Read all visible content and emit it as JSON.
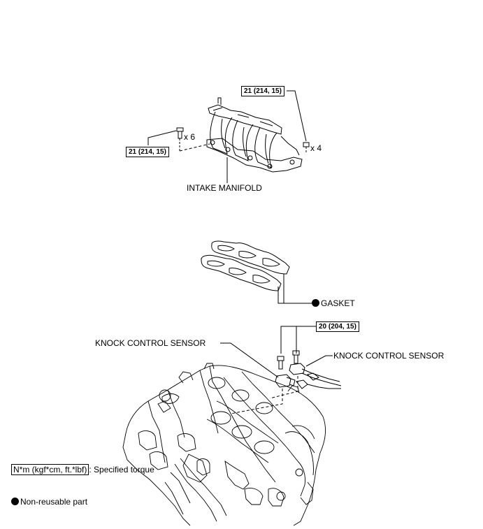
{
  "torque": {
    "manifold_bolts": "21 (214, 15)",
    "manifold_nuts": "21 (214, 15)",
    "sensor_bolts": "20 (204, 15)"
  },
  "quantities": {
    "bolts": "x 6",
    "nuts": "x 4"
  },
  "parts": {
    "intake_manifold": "INTAKE MANIFOLD",
    "gasket": "GASKET",
    "knock_sensor_left": "KNOCK CONTROL SENSOR",
    "knock_sensor_right": "KNOCK CONTROL SENSOR"
  },
  "legend": {
    "torque_units": "N*m (kgf*cm, ft.*lbf)",
    "torque_desc": ": Specified torque",
    "non_reusable": "Non-reusable part"
  }
}
